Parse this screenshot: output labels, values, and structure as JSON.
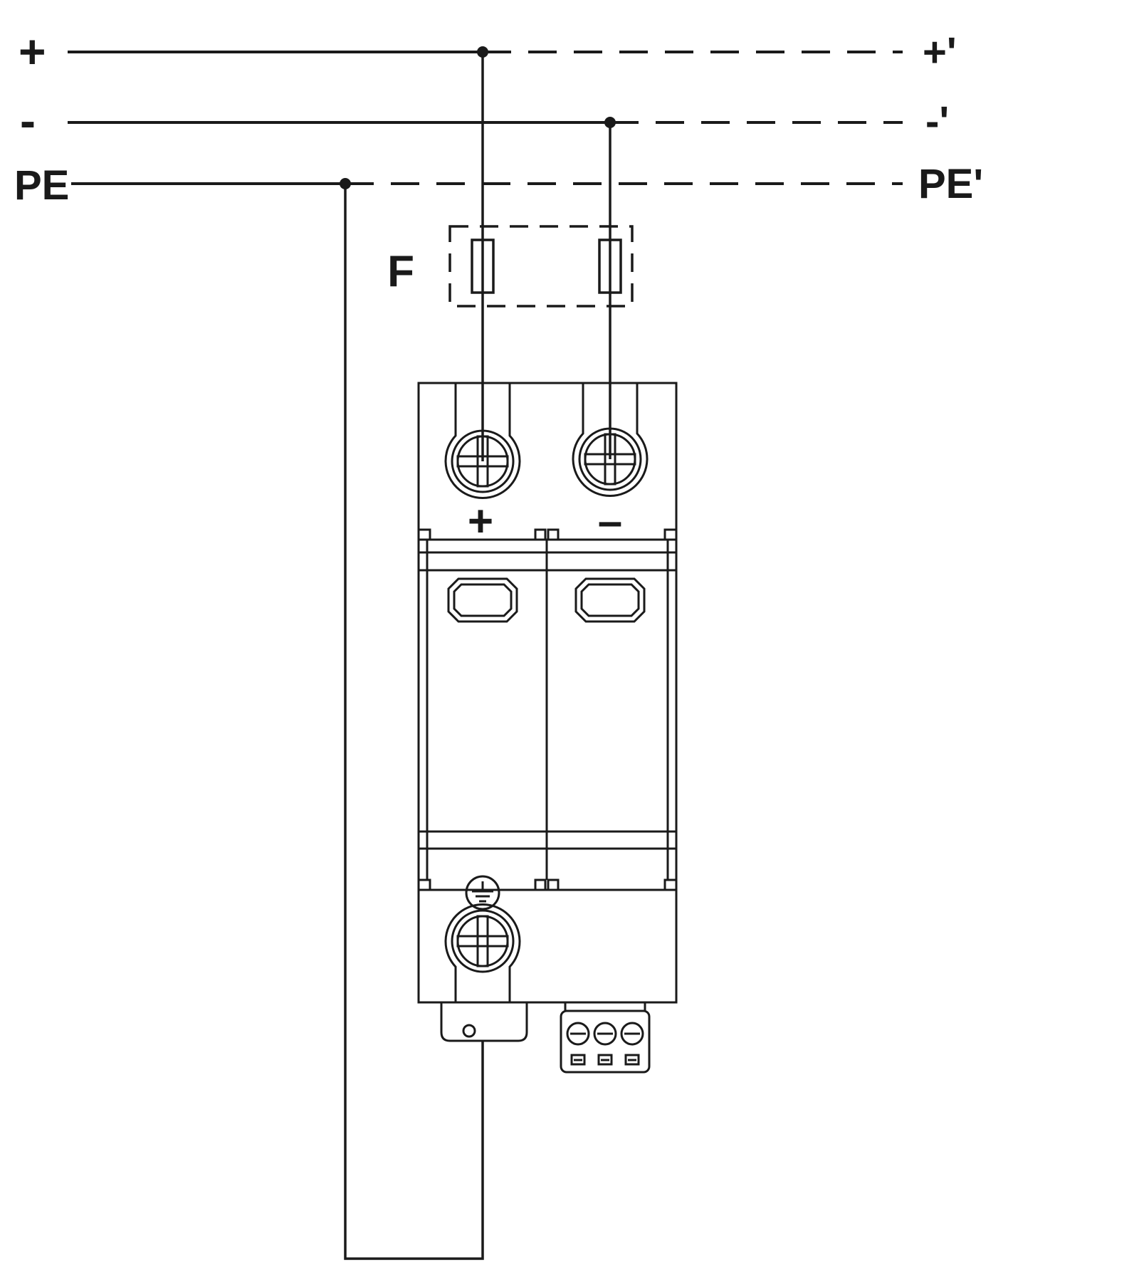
{
  "colors": {
    "background": "#ffffff",
    "line": "#1a1a1a"
  },
  "labels": {
    "line_plus_in": "+",
    "line_minus_in": "-",
    "line_pe_in": "PE",
    "line_plus_out": "+'",
    "line_minus_out": "-'",
    "line_pe_out": "PE'",
    "fuse": "F",
    "device_plus": "+",
    "device_minus": "–"
  },
  "symbols": {
    "fuse_left": "fuse-symbol",
    "fuse_right": "fuse-symbol",
    "junction_plus": "connection-dot",
    "junction_minus": "connection-dot",
    "junction_pe": "connection-dot",
    "earth": "protective-earth-symbol",
    "terminal_screws": "phillips-screw-terminal"
  }
}
